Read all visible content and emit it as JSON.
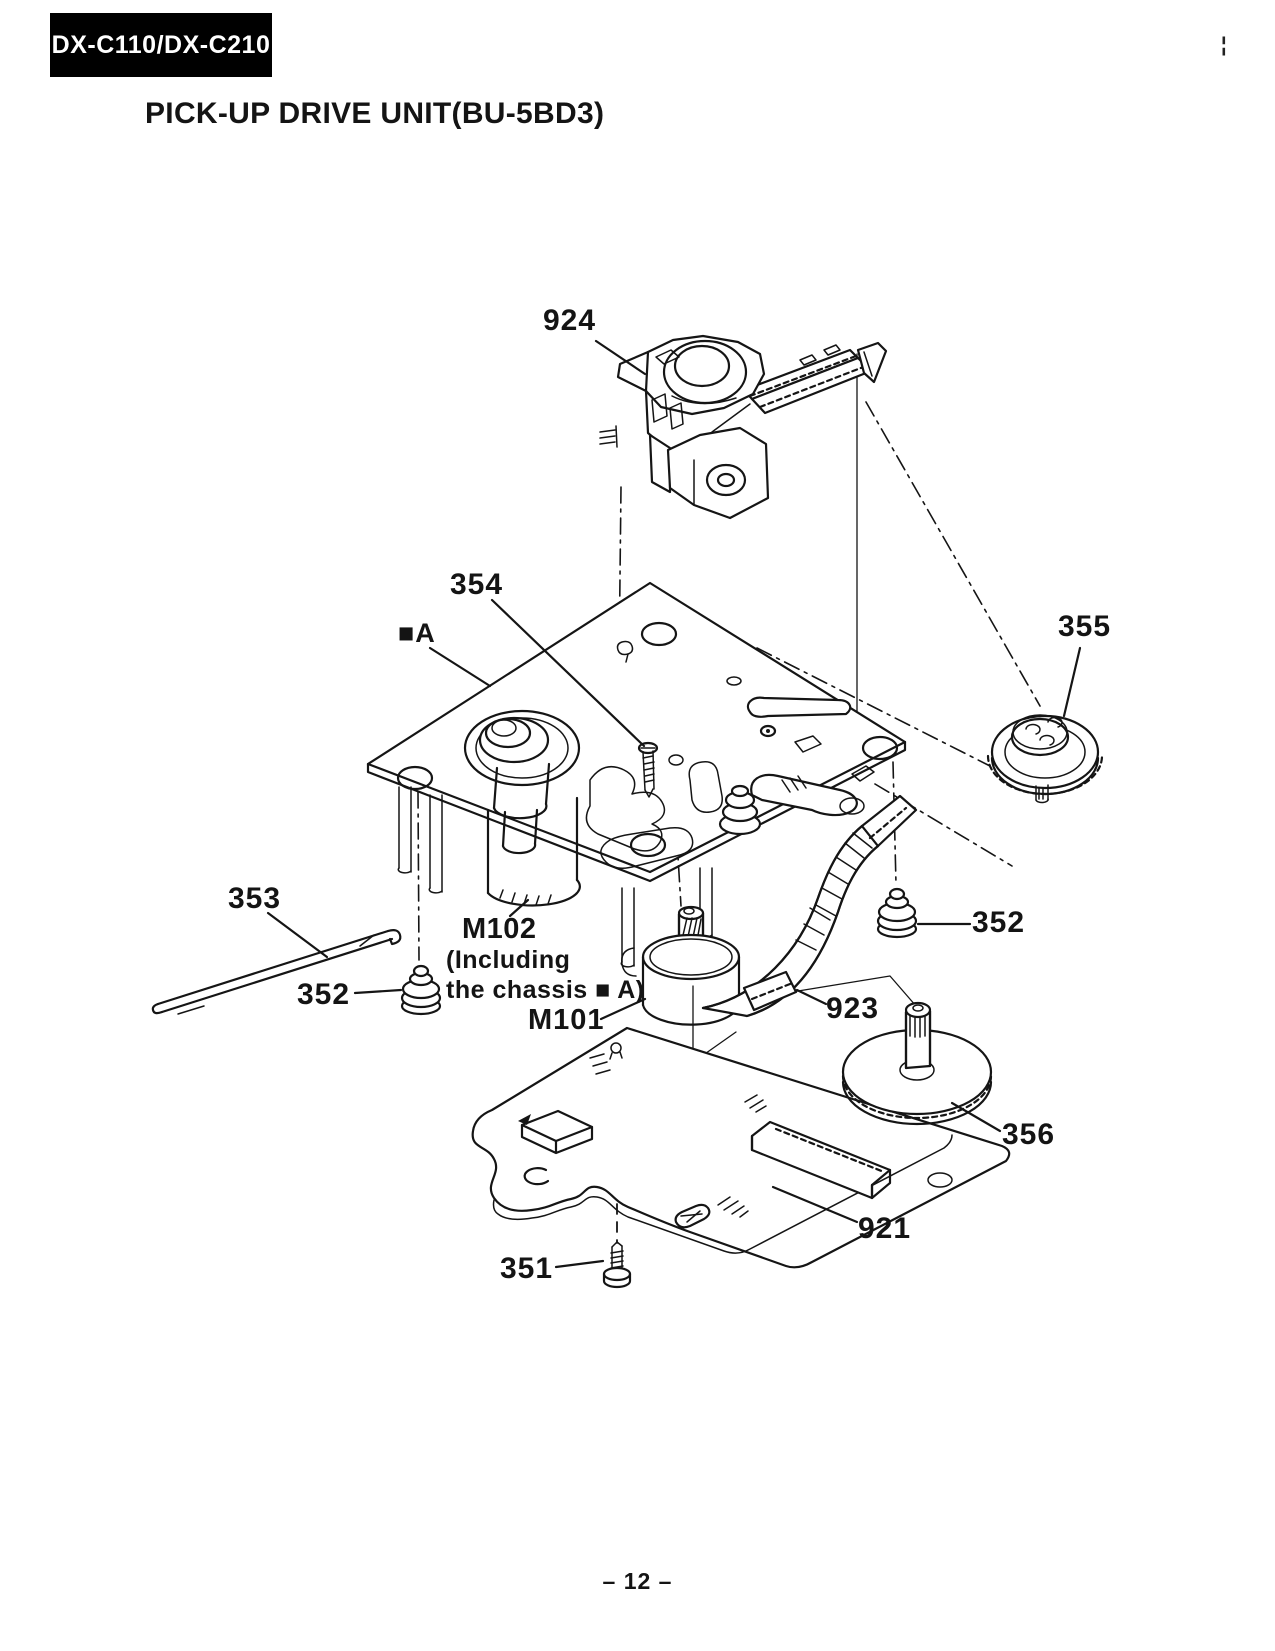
{
  "page": {
    "model_badge": "DX-C110/DX-C210",
    "title": "PICK-UP DRIVE UNIT(BU-5BD3)",
    "page_number": "– 12 –",
    "scan_mark": "¦"
  },
  "diagram": {
    "part_labels": {
      "pickup_924": "924",
      "screw_354": "354",
      "chassis_marker_a": "■A",
      "gear_355": "355",
      "shaft_353": "353",
      "motor_m102": "M102",
      "motor_m102_note1": "(Including",
      "motor_m102_note2": "the chassis ■ A)",
      "grommet_left_352": "352",
      "motor_m101": "M101",
      "ribbon_923": "923",
      "grommet_right_352": "352",
      "gear_356": "356",
      "board_921": "921",
      "screw_351": "351"
    }
  }
}
